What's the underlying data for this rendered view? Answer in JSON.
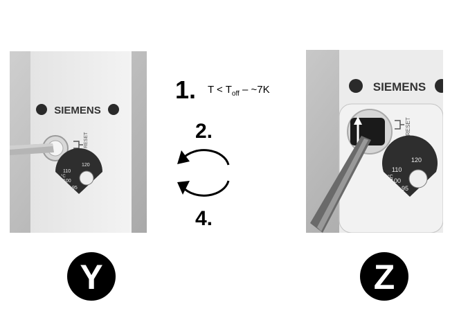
{
  "panel_left": {
    "brand": "SIEMENS",
    "reset_label": "RESET",
    "dial_labels": {
      "t120": "120",
      "t110": "110",
      "t100": "100",
      "t95": "95",
      "unit": "°C"
    },
    "badge": "Y"
  },
  "panel_right": {
    "brand": "SIEMENS",
    "reset_label": "RESET",
    "dial_labels": {
      "t120": "120",
      "t110": "110",
      "t100": "100",
      "t95": "95",
      "unit": "°C"
    },
    "badge": "Z"
  },
  "steps": {
    "step1_number": "1.",
    "step1_condition_prefix": "T < T",
    "step1_condition_sub": "off",
    "step1_condition_suffix": " – ~7K",
    "step2_number": "2.",
    "step4_number": "4."
  }
}
